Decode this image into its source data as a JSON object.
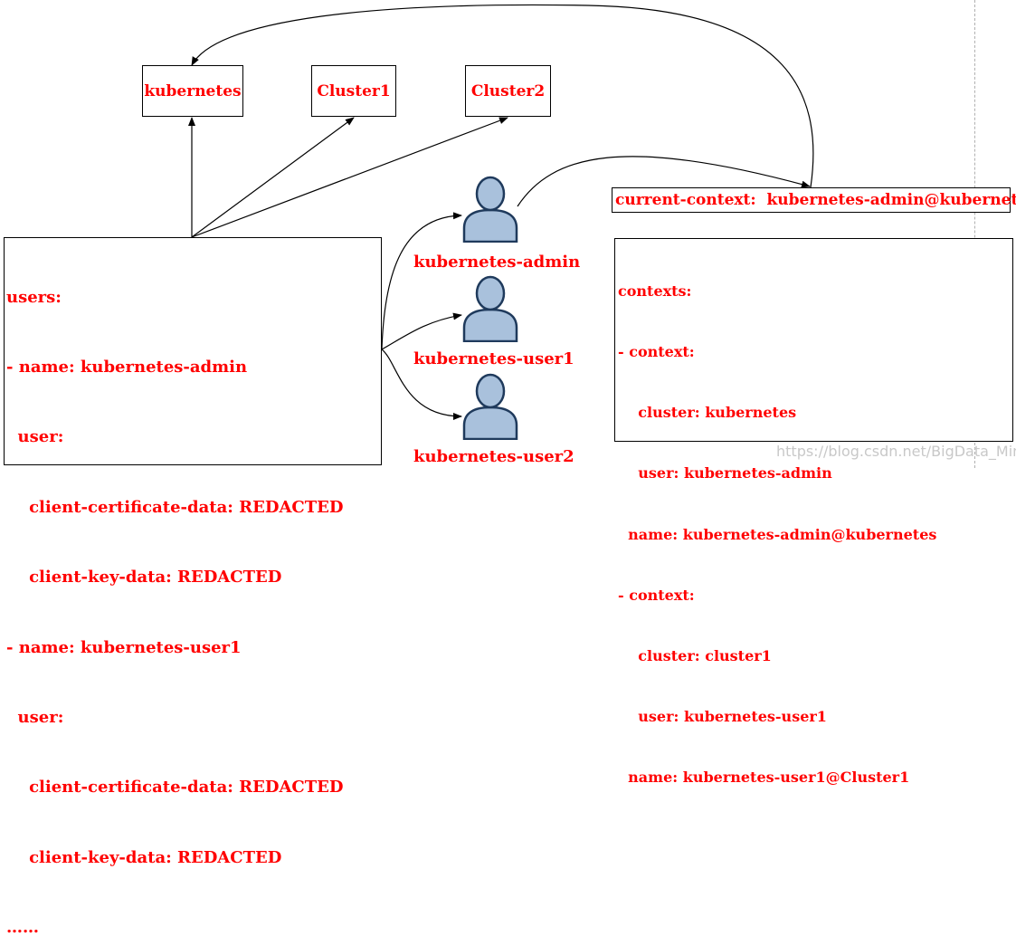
{
  "clusters": {
    "kubernetes": "kubernetes",
    "cluster1": "Cluster1",
    "cluster2": "Cluster2"
  },
  "current_context": "current-context:  kubernetes-admin@kubernetes",
  "users_config": [
    "users:",
    "- name: kubernetes-admin",
    "  user:",
    "    client-certificate-data: REDACTED",
    "    client-key-data: REDACTED",
    "- name: kubernetes-user1",
    "  user:",
    "    client-certificate-data: REDACTED",
    "    client-key-data: REDACTED",
    "……"
  ],
  "contexts_config": [
    "contexts:",
    "- context:",
    "    cluster: kubernetes",
    "    user: kubernetes-admin",
    "  name: kubernetes-admin@kubernetes",
    "- context:",
    "    cluster: cluster1",
    "    user: kubernetes-user1",
    "  name: kubernetes-user1@Cluster1"
  ],
  "user_labels": {
    "admin": "kubernetes-admin",
    "user1": "kubernetes-user1",
    "user2": "kubernetes-user2"
  },
  "watermark": "https://blog.csdn.net/BigData_Mining",
  "colors": {
    "text": "#ff0000",
    "avatar_fill": "#a9c1dc",
    "avatar_stroke": "#1f3a5c",
    "divider": "#b0b0b0"
  }
}
